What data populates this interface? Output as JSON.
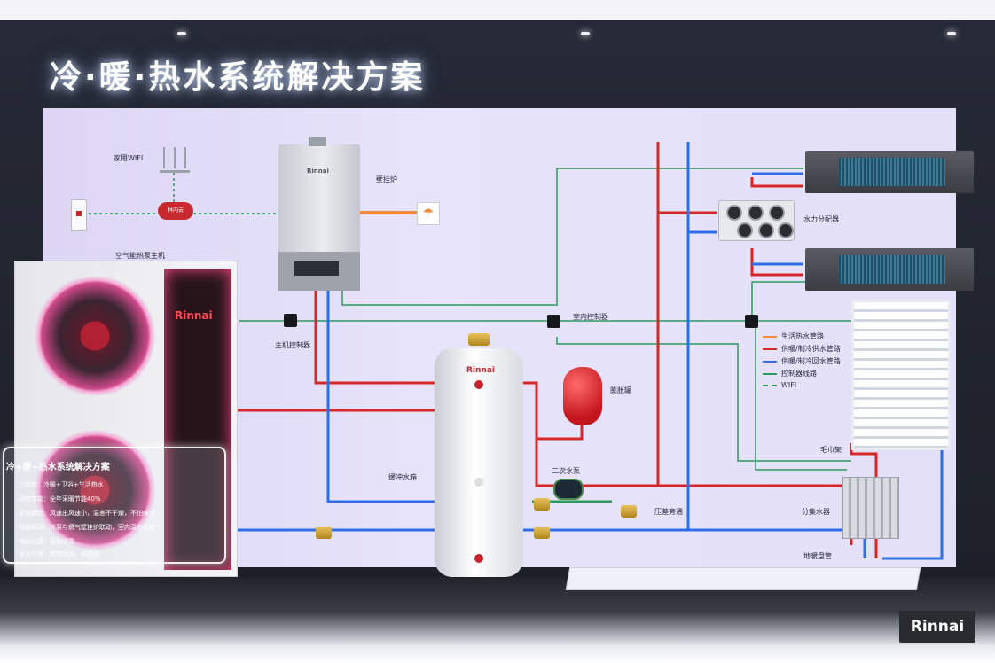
{
  "headline": "冷·暖·热水系统解决方案",
  "colors": {
    "hot_water_pipe": "#f08a3c",
    "supply_pipe": "#d62828",
    "return_pipe": "#2e6ee6",
    "control_line": "#2e9a5c",
    "wifi_line": "#2e9a5c"
  },
  "labels": {
    "home_wifi": "家用WIFI",
    "cloud": "林内云",
    "boiler": "壁挂炉",
    "heat_pump": "空气能热泵主机",
    "host_controller": "主机控制器",
    "indoor_controller": "室内控制器",
    "water_distributor": "水力分配器",
    "buffer_tank": "缓冲水箱",
    "expansion_tank": "膨胀罐",
    "secondary_pump": "二次水泵",
    "bypass": "压差旁通",
    "towel_rack": "毛巾架",
    "manifold": "分集水器",
    "floor_coil": "地暖盘管"
  },
  "legend": [
    {
      "label": "生活热水管路",
      "color": "#f08a3c",
      "dashed": false
    },
    {
      "label": "供暖/制冷供水管路",
      "color": "#d62828",
      "dashed": false
    },
    {
      "label": "供暖/制冷回水管路",
      "color": "#2e6ee6",
      "dashed": false
    },
    {
      "label": "控制器线路",
      "color": "#2e9a5c",
      "dashed": false
    },
    {
      "label": "WIFI",
      "color": "#2e9a5c",
      "dashed": true
    }
  ],
  "brand": {
    "boiler_logo": "Rinnai",
    "tank_logo": "Rinnai",
    "heatpump_logo": "Rinnai",
    "corner_logo": "Rinnai"
  },
  "info_card": {
    "title": "冷+暖+热水系统解决方案",
    "lines": [
      "三联供：冷暖+卫浴+生活热水",
      "高效节能：全年采暖节能40%",
      "更加舒适：风速出风速小，温差不干燥，不怕噪音",
      "智能联动：热泵与燃气壁挂炉联动，室内温度恒定",
      "辅助化霜：智能除霜",
      "安全环保：绿色能源，低排放"
    ]
  }
}
